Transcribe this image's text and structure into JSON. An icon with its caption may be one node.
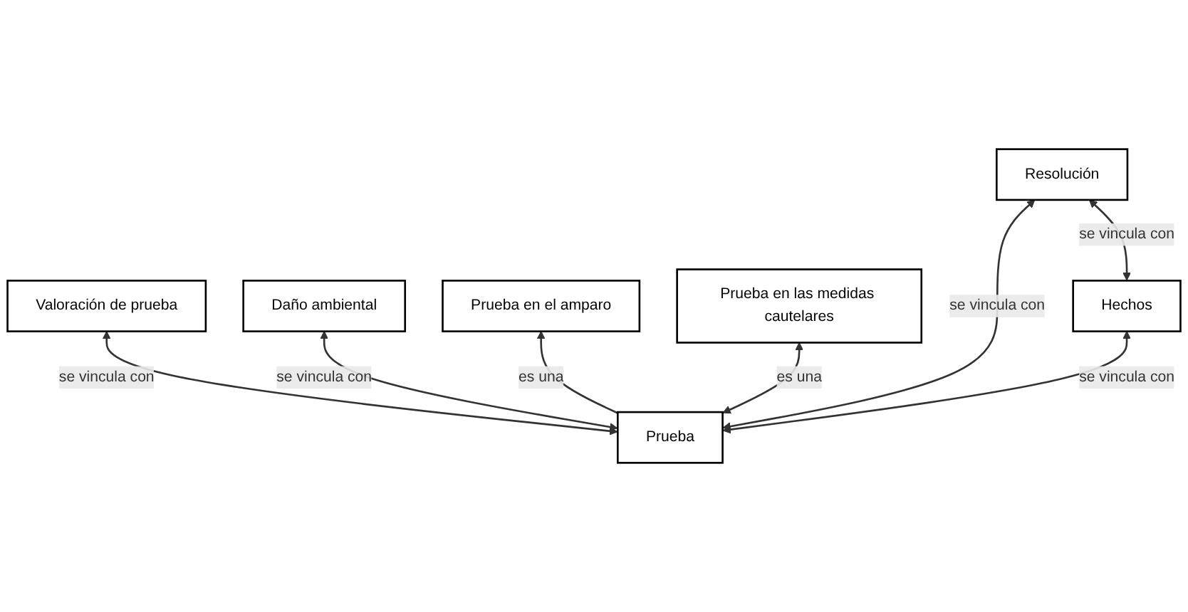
{
  "diagram": {
    "nodes": [
      {
        "text": [
          "Valoración de prueba"
        ]
      },
      {
        "text": [
          "Daño ambiental"
        ]
      },
      {
        "text": [
          "Prueba en el amparo"
        ]
      },
      {
        "text": [
          "Prueba en las medidas cautelares"
        ]
      },
      {
        "text": [
          "Prueba"
        ]
      },
      {
        "text": [
          "Hechos"
        ]
      },
      {
        "text": [
          "Resolución"
        ]
      }
    ],
    "edges": [
      {
        "from": 4,
        "to": 0,
        "label": "se vincula con",
        "arrow": "both"
      },
      {
        "from": 4,
        "to": 1,
        "label": "se vincula con",
        "arrow": "both"
      },
      {
        "from": 4,
        "to": 2,
        "label": "es una",
        "arrow": "to"
      },
      {
        "from": 4,
        "to": 3,
        "label": "es una",
        "arrow": "both"
      },
      {
        "from": 4,
        "to": 5,
        "label": "se vincula con",
        "arrow": "both"
      },
      {
        "from": 4,
        "to": 6,
        "label": "se vincula con",
        "arrow": "both"
      },
      {
        "from": 5,
        "to": 6,
        "label": "se vincula con",
        "arrow": "both"
      }
    ]
  }
}
